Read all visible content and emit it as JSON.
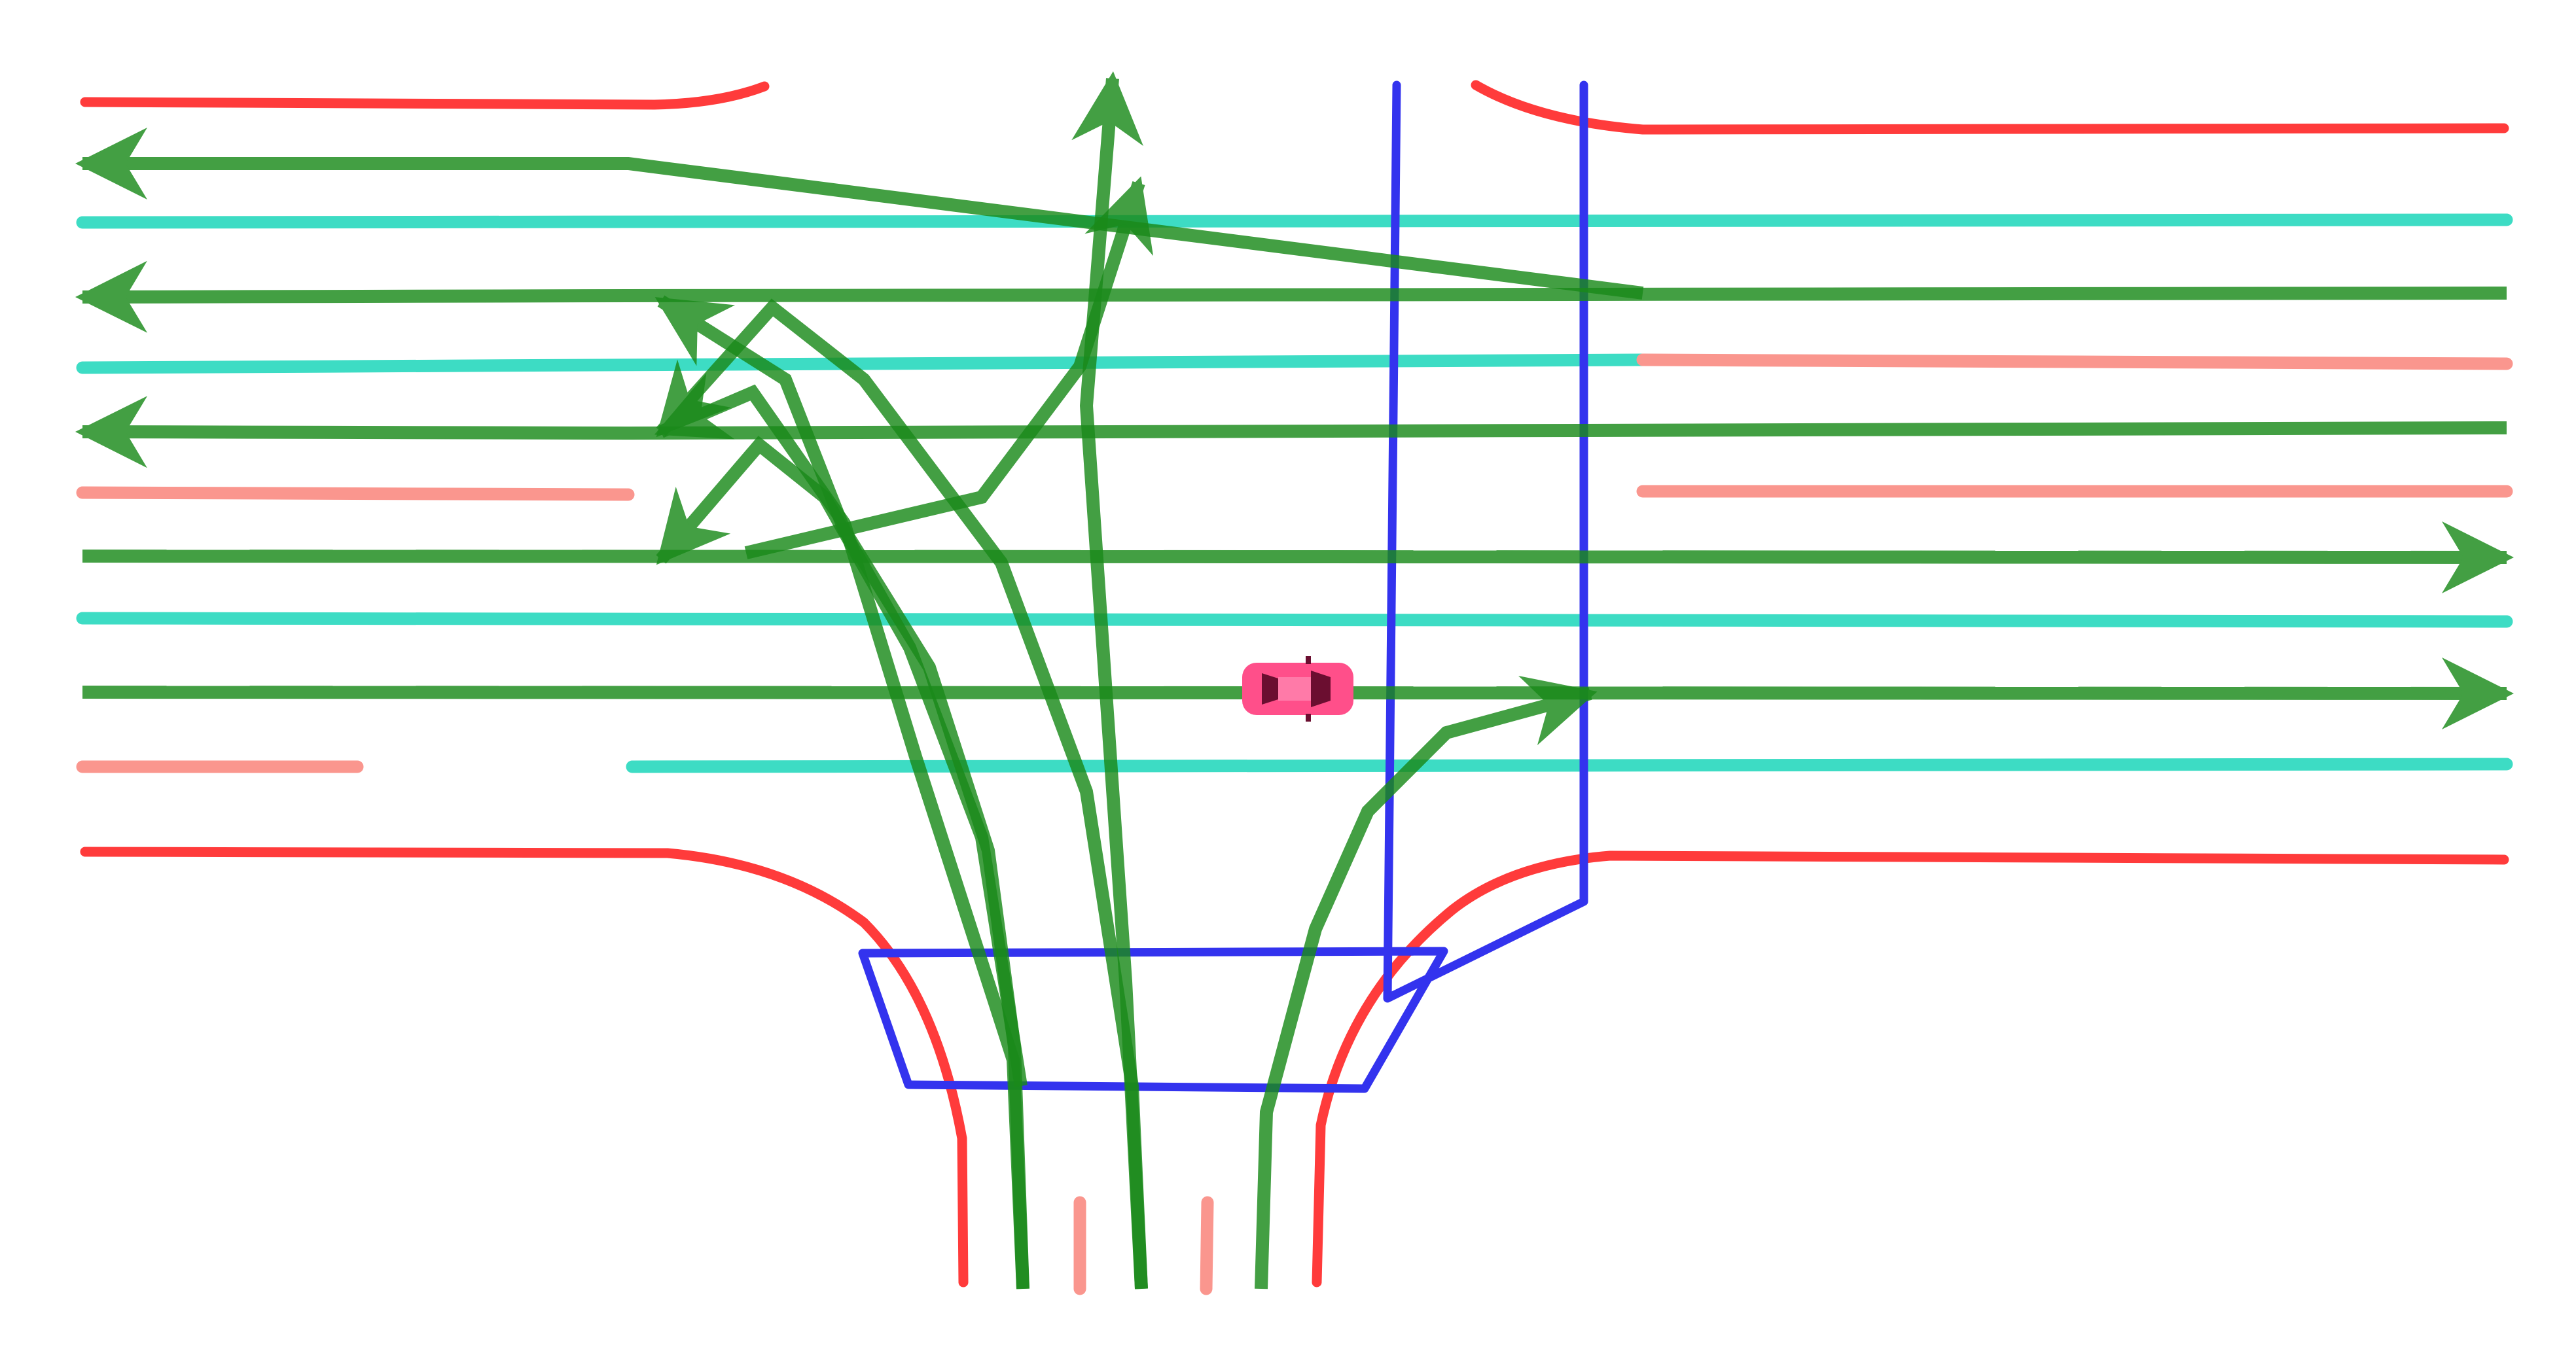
{
  "colors": {
    "road_edge": "#ff3b3b",
    "lane_divider_dashed": "#3ddcc4",
    "lane_divider_solid": "#fa968e",
    "route": "#1a8a1a",
    "crosswalk": "#3333ee",
    "ego_vehicle": "#ff4f8a",
    "background": "#ffffff"
  },
  "map": {
    "ego_vehicle": {
      "icon": "car-icon",
      "heading": "east"
    },
    "routes": [
      "westbound-lane-1",
      "westbound-lane-2",
      "westbound-lane-3",
      "eastbound-lane-1",
      "eastbound-lane-2",
      "right-turn-to-eastbound",
      "straight-north-1",
      "straight-north-2",
      "left-turn-to-westbound-1",
      "left-turn-to-westbound-2",
      "left-turn-to-westbound-3",
      "lane-change-diagonal"
    ]
  }
}
